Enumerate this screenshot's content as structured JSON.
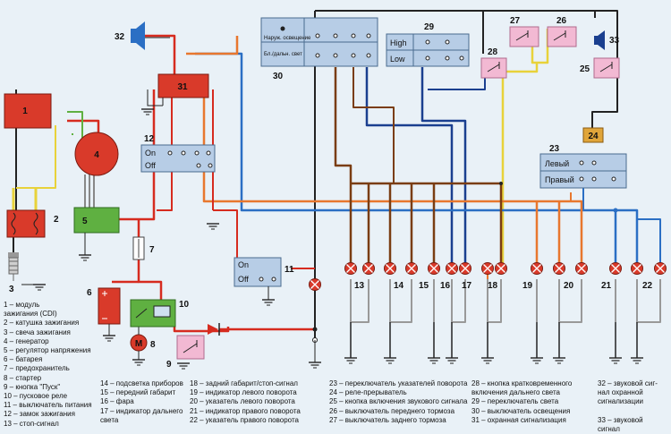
{
  "colors": {
    "background": "#e9f1f7",
    "module_red": "#d93a2a",
    "module_green": "#5fb041",
    "switch_blue": "#b7cde6",
    "pink": "#f2b9d3",
    "fuse_orange": "#e0a53a",
    "wire_red": "#d62b1f",
    "wire_orange": "#e8772e",
    "wire_brown": "#7a3d12",
    "wire_blue": "#2b6fc4",
    "wire_darkblue": "#1a3f8f",
    "wire_yellow": "#e8d23a",
    "wire_black": "#222222"
  },
  "components": {
    "c1": "1",
    "c2": "2",
    "c3": "3",
    "c4": "4",
    "c5": "5",
    "c6": "6",
    "c7": "7",
    "c8": "8",
    "c9": "9",
    "c10": "10",
    "c11": "11",
    "c12": "12",
    "c13": "13",
    "c14": "14",
    "c15": "15",
    "c16": "16",
    "c17": "17",
    "c18": "18",
    "c19": "19",
    "c20": "20",
    "c21": "21",
    "c22": "22",
    "c23": "23",
    "c24": "24",
    "c25": "25",
    "c26": "26",
    "c27": "27",
    "c28": "28",
    "c29": "29",
    "c30": "30",
    "c31": "31",
    "c32": "32",
    "c33": "33",
    "motor": "M"
  },
  "switches": {
    "on": "On",
    "off": "Off",
    "high": "High",
    "low": "Low",
    "left": "Левый",
    "right": "Правый",
    "outer_light": "Наруж. освещение",
    "beam": "Бл./дальн. свет"
  },
  "legend": [
    "1 – модуль\n     зажигания (CDI)\n2 – катушка зажигания\n3 – свеча зажигания\n4 – генератор\n5 – регулятор напряжения\n6 – батарея\n7 – предохранитель\n8 – стартер\n9 – кнопка \"Пуск\"\n10 – пусковое реле\n11 – выключатель питания\n12 – замок зажигания\n13 – стоп-сигнал",
    "14 – подсветка приборов\n15 – передний габарит\n16 – фара\n17 – индикатор дальнего\n     света",
    "18 – задний габарит/стоп-сигнал\n19 – индикатор левого поворота\n20 – указатель левого поворота\n21 – индикатор правого поворота\n22 – указатель правого поворота",
    "23 – переключатель указателей поворота\n24 – реле-прерыватель\n25 – кнопка включения звукового сигнала\n26 – выключатель переднего тормоза\n27 – выключатель заднего тормоза",
    "28 – кнопка кратковременного\n     включения дальнего света\n29 – переключатель света\n30 – выключатель освещения\n31 – охранная сигнализация",
    "32 – звуковой сиг-\n     нал охранной\n     сигнализации\n\n33 – звуковой\n     сигнал"
  ]
}
